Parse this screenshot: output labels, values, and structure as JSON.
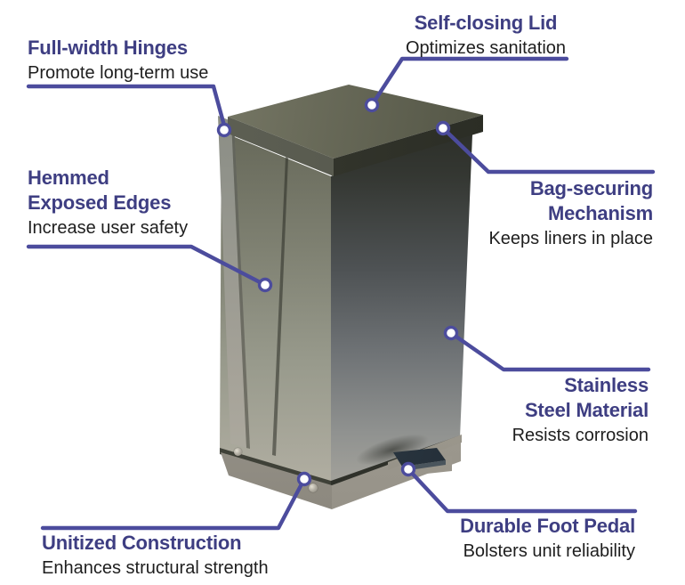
{
  "palette": {
    "title_color": "#3e3e82",
    "subtitle_color": "#1e1e1e",
    "leader_line_color": "#4c4c9d",
    "background_color": "#ffffff",
    "pedal_color": "#25303a",
    "steel_light": "#b8b5a9",
    "steel_dark": "#24261f"
  },
  "product": {
    "depicted_item": "stainless steel step-on waste receptacle with foot pedal"
  },
  "callouts": {
    "full_width_hinges": {
      "title": "Full-width Hinges",
      "subtitle": "Promote long-term use"
    },
    "self_closing_lid": {
      "title": "Self-closing Lid",
      "subtitle": "Optimizes sanitation"
    },
    "hemmed_exposed_edges": {
      "title_line1": "Hemmed",
      "title_line2": "Exposed Edges",
      "subtitle": "Increase user safety"
    },
    "bag_securing_mechanism": {
      "title_line1": "Bag-securing",
      "title_line2": "Mechanism",
      "subtitle": "Keeps liners in place"
    },
    "stainless_steel_material": {
      "title_line1": "Stainless",
      "title_line2": "Steel Material",
      "subtitle": "Resists corrosion"
    },
    "unitized_construction": {
      "title": "Unitized Construction",
      "subtitle": "Enhances structural strength"
    },
    "durable_foot_pedal": {
      "title": "Durable Foot Pedal",
      "subtitle": "Bolsters unit reliability"
    }
  }
}
